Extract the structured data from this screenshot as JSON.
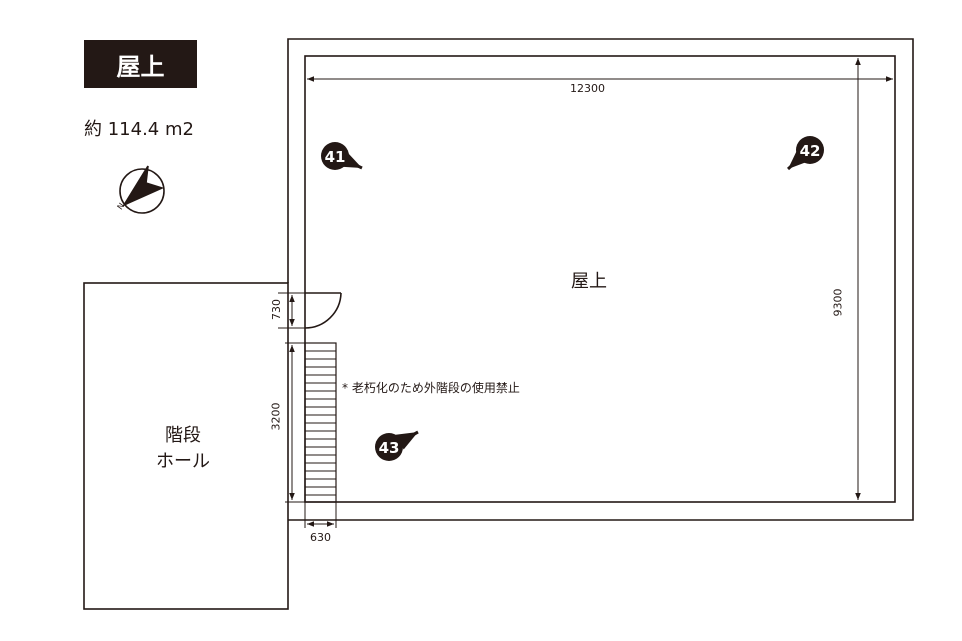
{
  "title": "屋上",
  "area": "約 114.4 m2",
  "compass": {
    "label": "N"
  },
  "rooms": {
    "roof": "屋上",
    "stair_hall_line1": "階段",
    "stair_hall_line2": "ホール"
  },
  "dimensions": {
    "width": "12300",
    "depth": "9300",
    "door": "730",
    "stairs_length": "3200",
    "stairs_width": "630"
  },
  "note": "* 老朽化のため外階段の使用禁止",
  "markers": [
    {
      "number": "41",
      "direction": "down-right"
    },
    {
      "number": "42",
      "direction": "down-left"
    },
    {
      "number": "43",
      "direction": "up-right"
    }
  ],
  "colors": {
    "ink": "#231815",
    "background": "#ffffff"
  }
}
